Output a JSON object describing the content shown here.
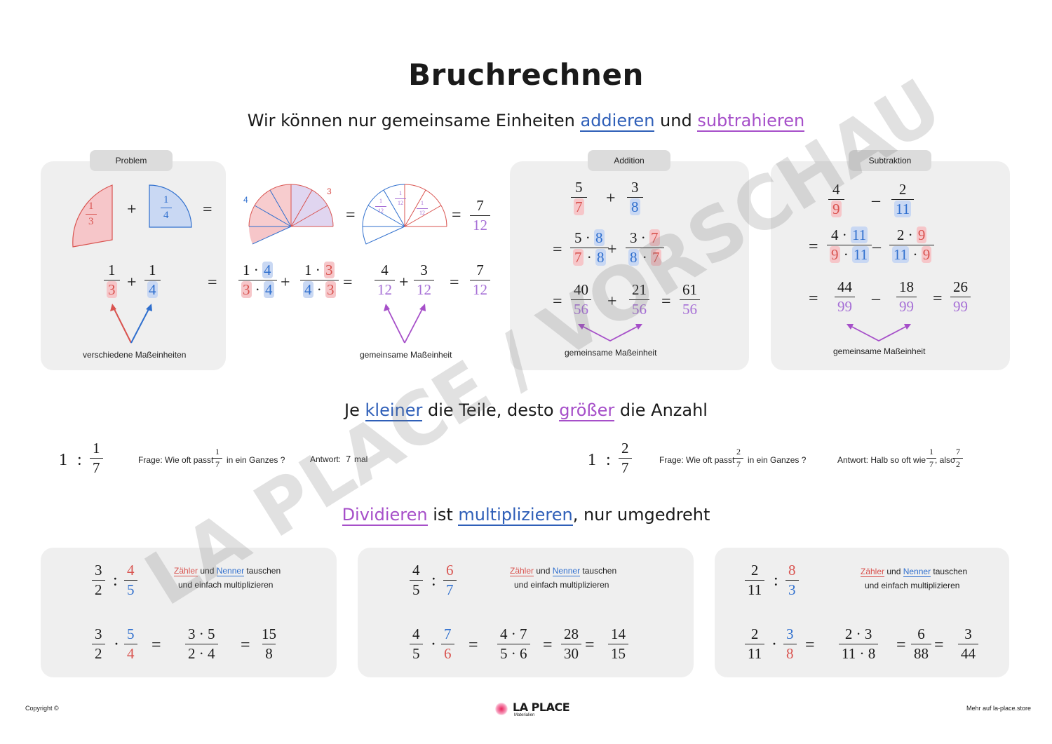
{
  "title": "Bruchrechnen",
  "heading1": {
    "pre": "Wir können nur gemeinsame Einheiten ",
    "add": "addieren",
    "mid": " und ",
    "sub": "subtrahieren"
  },
  "tabs": {
    "problem": "Problem",
    "addition": "Addition",
    "subtraktion": "Subtraktion"
  },
  "labels": {
    "verschiedene": "verschiedene Maßeinheiten",
    "gemeinsame": "gemeinsame Maßeinheit"
  },
  "problem": {
    "pie1_n": "1",
    "pie1_d": "3",
    "pie2_n": "1",
    "pie2_d": "4",
    "fan_left": "4",
    "fan_right": "3",
    "twelfth": "1",
    "twelfth_d": "12",
    "res_n": "7",
    "res_d": "12",
    "ops": {
      "plus": "+",
      "eq": "=",
      "dot": "·"
    },
    "row2": {
      "a_n": "1",
      "a_d": "3",
      "b_n": "1",
      "b_d": "4",
      "c_n1": "1",
      "c_n2": "4",
      "c_d1": "3",
      "c_d2": "4",
      "d_n1": "1",
      "d_n2": "3",
      "d_d1": "4",
      "d_d2": "3",
      "e_n": "4",
      "e_d": "12",
      "f_n": "3",
      "f_d": "12",
      "g_n": "7",
      "g_d": "12"
    }
  },
  "addition": {
    "a_n": "5",
    "a_d": "7",
    "b_n": "3",
    "b_d": "8",
    "c_n1": "5",
    "c_n2": "8",
    "c_d1": "7",
    "c_d2": "8",
    "d_n1": "3",
    "d_n2": "7",
    "d_d1": "8",
    "d_d2": "7",
    "e_n": "40",
    "e_d": "56",
    "f_n": "21",
    "f_d": "56",
    "g_n": "61",
    "g_d": "56"
  },
  "subtraktion": {
    "a_n": "4",
    "a_d": "9",
    "b_n": "2",
    "b_d": "11",
    "c_n1": "4",
    "c_n2": "11",
    "c_d1": "9",
    "c_d2": "11",
    "d_n1": "2",
    "d_n2": "9",
    "d_d1": "11",
    "d_d2": "9",
    "e_n": "44",
    "e_d": "99",
    "f_n": "18",
    "f_d": "99",
    "g_n": "26",
    "g_d": "99",
    "minus": "–"
  },
  "heading2": {
    "pre": "Je ",
    "kleiner": "kleiner",
    "mid": " die Teile, desto ",
    "groesser": "größer",
    "post": " die Anzahl"
  },
  "teile": {
    "left": {
      "one": "1",
      "colon": ":",
      "n": "1",
      "d": "7",
      "frage": "Frage: Wie oft passt",
      "qn": "1",
      "qd": "7",
      "ganz": "in ein Ganzes ?",
      "antwort": "Antwort:",
      "wert": "7",
      "mal": "mal"
    },
    "right": {
      "one": "1",
      "colon": ":",
      "n": "2",
      "d": "7",
      "frage": "Frage: Wie oft passt",
      "qn": "2",
      "qd": "7",
      "ganz": "in ein Ganzes ?",
      "antwort": "Antwort:  Halb so oft wie",
      "an": "1",
      "ad": "7",
      "also": ", also",
      "bn": "7",
      "bd": "2"
    }
  },
  "heading3": {
    "div": "Dividieren",
    "ist": " ist ",
    "mult": "multiplizieren",
    "post": ", nur umgedreht"
  },
  "tausch": {
    "zaehler": "Zähler",
    "und": " und ",
    "nenner": "Nenner",
    "tauschen": " tauschen",
    "line2": "und einfach multiplizieren"
  },
  "div_boxes": [
    {
      "a_n": "3",
      "a_d": "2",
      "b_n": "4",
      "b_d": "5",
      "c_n": "5",
      "c_d": "4",
      "m_n": "3 · 5",
      "m_d": "2 · 4",
      "r_n": "15",
      "r_d": "8",
      "s_n": "",
      "s_d": ""
    },
    {
      "a_n": "4",
      "a_d": "5",
      "b_n": "6",
      "b_d": "7",
      "c_n": "7",
      "c_d": "6",
      "m_n": "4 · 7",
      "m_d": "5 · 6",
      "r_n": "28",
      "r_d": "30",
      "s_n": "14",
      "s_d": "15"
    },
    {
      "a_n": "2",
      "a_d": "11",
      "b_n": "8",
      "b_d": "3",
      "c_n": "3",
      "c_d": "8",
      "m_n": "2 · 3",
      "m_d": "11 · 8",
      "r_n": "6",
      "r_d": "88",
      "s_n": "3",
      "s_d": "44"
    }
  ],
  "footer": {
    "copyright": "Copyright ©",
    "brand": "LA PLACE",
    "brand_sub": "Materialien",
    "more": "Mehr auf la-place.store"
  },
  "watermark": "LA PLACE / VORSCHAU",
  "colors": {
    "red": "#d9534f",
    "blue": "#2f6fce",
    "purple": "#a66fd6",
    "panel": "#efefef"
  }
}
